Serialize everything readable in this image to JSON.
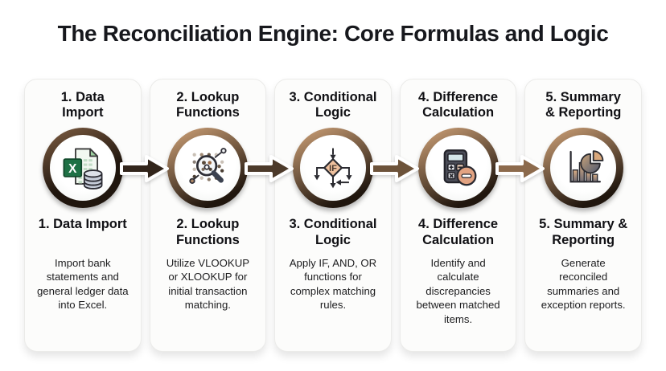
{
  "title": "The Reconciliation Engine: Core Formulas and Logic",
  "colors": {
    "title_color": "#17181d",
    "text_color": "#1d1d1f",
    "card_bg": "#fcfcfb",
    "card_border": "#ebebe9",
    "ring_tan": "#c59a72",
    "ring1_tan": "#7a5a40",
    "ring_dark": "#20160e",
    "arrow_1": "#32251b",
    "arrow_2": "#4c3a2a",
    "arrow_3": "#6d533a",
    "arrow_4": "#8c6a4c",
    "excel_green": "#1e7145"
  },
  "excel_x": "X",
  "if_label": "IF",
  "steps": [
    {
      "top_title": "1. Data\nImport",
      "mid_title": "1. Data Import",
      "description": "Import bank statements and general ledger data into Excel.",
      "icon": "excel-database-icon"
    },
    {
      "top_title": "2. Lookup\nFunctions",
      "mid_title": "2. Lookup\nFunctions",
      "description": "Utilize VLOOKUP or XLOOKUP for initial transaction matching.",
      "icon": "magnifier-data-icon"
    },
    {
      "top_title": "3. Conditional\nLogic",
      "mid_title": "3. Conditional\nLogic",
      "description": "Apply IF, AND, OR functions for complex matching rules.",
      "icon": "if-flowchart-icon"
    },
    {
      "top_title": "4. Difference\nCalculation",
      "mid_title": "4. Difference\nCalculation",
      "description": "Identify and calculate discrepancies between matched items.",
      "icon": "calculator-minus-icon"
    },
    {
      "top_title": "5. Summary\n& Reporting",
      "mid_title": "5. Summary &\nReporting",
      "description": "Generate reconciled summaries and exception reports.",
      "icon": "bar-pie-chart-icon"
    }
  ]
}
